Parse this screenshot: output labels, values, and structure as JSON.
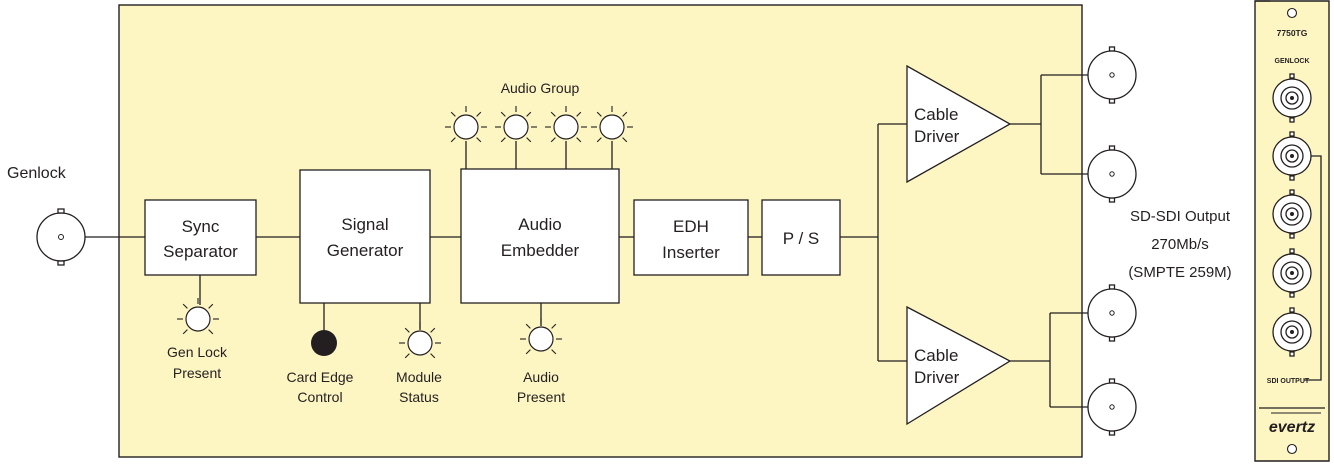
{
  "input": {
    "label": "Genlock"
  },
  "blocks": {
    "sync": [
      "Sync",
      "Separator"
    ],
    "signal": [
      "Signal",
      "Generator"
    ],
    "audio": [
      "Audio",
      "Embedder"
    ],
    "edh": [
      "EDH",
      "Inserter"
    ],
    "ps": "P / S",
    "driver_top": [
      "Cable",
      "Driver"
    ],
    "driver_bottom": [
      "Cable",
      "Driver"
    ]
  },
  "indicators": {
    "audio_group": "Audio Group",
    "gen_lock": [
      "Gen Lock",
      "Present"
    ],
    "card_edge": [
      "Card Edge",
      "Control"
    ],
    "module_status": [
      "Module",
      "Status"
    ],
    "audio_present": [
      "Audio",
      "Present"
    ]
  },
  "output": [
    "SD-SDI Output",
    "270Mb/s",
    "(SMPTE 259M)"
  ],
  "rear_panel": {
    "model": "7750TG",
    "genlock": "GENLOCK",
    "sdi_output": "SDI OUTPUT",
    "brand": "evertz"
  },
  "colors": {
    "card_fill": "#fdf6c3",
    "line": "#231f20",
    "panel_fill": "#fdf6c3"
  }
}
